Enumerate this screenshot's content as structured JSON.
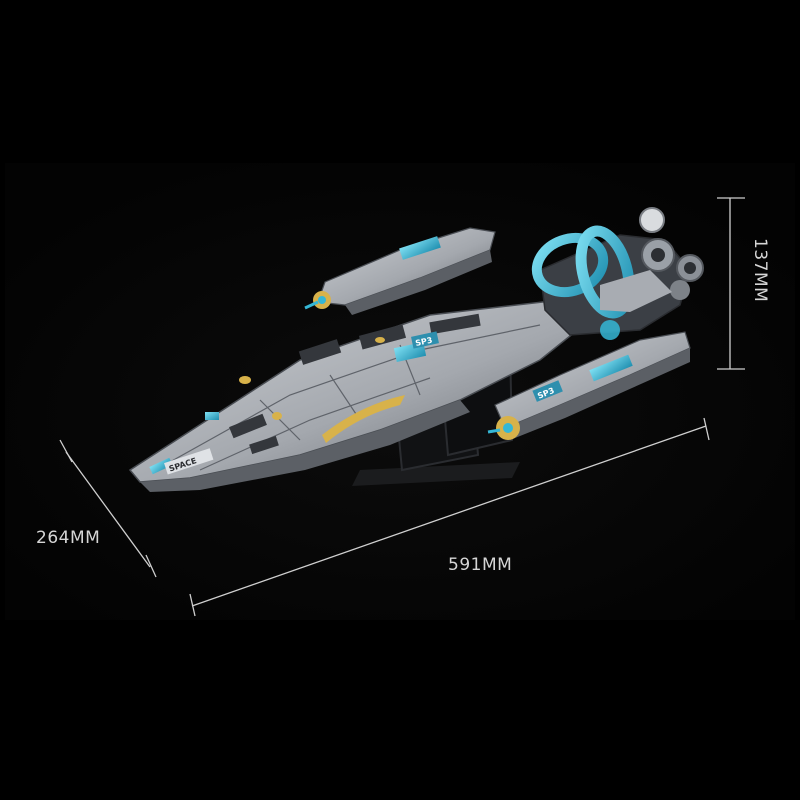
{
  "dimensions": {
    "length": "591MM",
    "depth": "264MM",
    "height": "137MM"
  },
  "colors": {
    "background": "#000000",
    "panel": "#050505",
    "hull_light": "#b9bcc1",
    "hull_mid": "#8c9096",
    "hull_dark": "#3a3d42",
    "accent_cyan": "#35b7d6",
    "accent_gold": "#d8b24a",
    "line": "#cfcfcf"
  },
  "decals": {
    "nose": "SPACE",
    "wing_right": "SP3",
    "center": "SP3"
  }
}
